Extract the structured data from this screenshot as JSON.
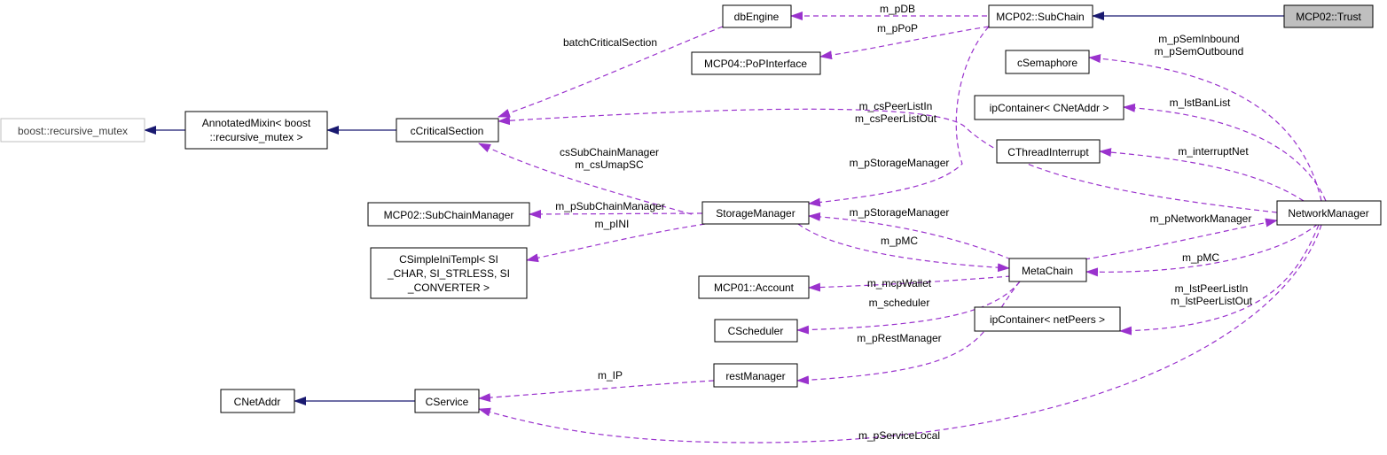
{
  "colors": {
    "inheritance": "#191970",
    "usage": "#9a32cd",
    "focus_fill": "#bfbfbf",
    "external_border": "#bfbfbf"
  },
  "nodes": {
    "trust": [
      "MCP02::Trust"
    ],
    "subchain": [
      "MCP02::SubChain"
    ],
    "dbengine": [
      "dbEngine"
    ],
    "popinterface": [
      "MCP04::PoPInterface"
    ],
    "csemaphore": [
      "cSemaphore"
    ],
    "ipcontainer_cnetaddr": [
      "ipContainer< CNetAddr >"
    ],
    "cthreadinterrupt": [
      "CThreadInterrupt"
    ],
    "networkmanager": [
      "NetworkManager"
    ],
    "boost_mutex": [
      "boost::recursive_mutex"
    ],
    "annotatedmixin": [
      "AnnotatedMixin< boost",
      "::recursive_mutex >"
    ],
    "ccriticalsection": [
      "cCriticalSection"
    ],
    "subchainmanager": [
      "MCP02::SubChainManager"
    ],
    "storagemanager": [
      "StorageManager"
    ],
    "csimpleini": [
      "CSimpleIniTempl< SI",
      "_CHAR, SI_STRLESS, SI",
      "_CONVERTER >"
    ],
    "metachain": [
      "MetaChain"
    ],
    "account": [
      "MCP01::Account"
    ],
    "cscheduler": [
      "CScheduler"
    ],
    "ipcontainer_netpeers": [
      "ipContainer< netPeers >"
    ],
    "restmanager": [
      "restManager"
    ],
    "cnetaddr": [
      "CNetAddr"
    ],
    "cservice": [
      "CService"
    ]
  },
  "edge_labels": {
    "m_pdb": [
      "m_pDB"
    ],
    "m_ppop": [
      "m_pPoP"
    ],
    "batch_critical_section": [
      "batchCriticalSection"
    ],
    "m_psem": [
      "m_pSemInbound",
      "m_pSemOutbound"
    ],
    "m_cspeerlist": [
      "m_csPeerListIn",
      "m_csPeerListOut"
    ],
    "m_lstbanlist": [
      "m_lstBanList"
    ],
    "m_interruptnet": [
      "m_interruptNet"
    ],
    "cs_subchain_manager": [
      "csSubChainManager",
      "m_csUmapSC"
    ],
    "m_pstoragemanager_sub": [
      "m_pStorageManager"
    ],
    "m_psubchainmanager": [
      "m_pSubChainManager"
    ],
    "m_pini": [
      "m_pINI"
    ],
    "m_pstoragemanager_meta": [
      "m_pStorageManager"
    ],
    "m_pnetworkmanager": [
      "m_pNetworkManager"
    ],
    "m_pmc_storage": [
      "m_pMC"
    ],
    "m_pmc_network": [
      "m_pMC"
    ],
    "m_mcpwallet": [
      "m_mcpWallet"
    ],
    "m_scheduler": [
      "m_scheduler"
    ],
    "m_lstpeerlist": [
      "m_lstPeerListIn",
      "m_lstPeerListOut"
    ],
    "m_prestmanager": [
      "m_pRestManager"
    ],
    "m_ip": [
      "m_IP"
    ],
    "m_pservicelocal": [
      "m_pServiceLocal"
    ]
  }
}
